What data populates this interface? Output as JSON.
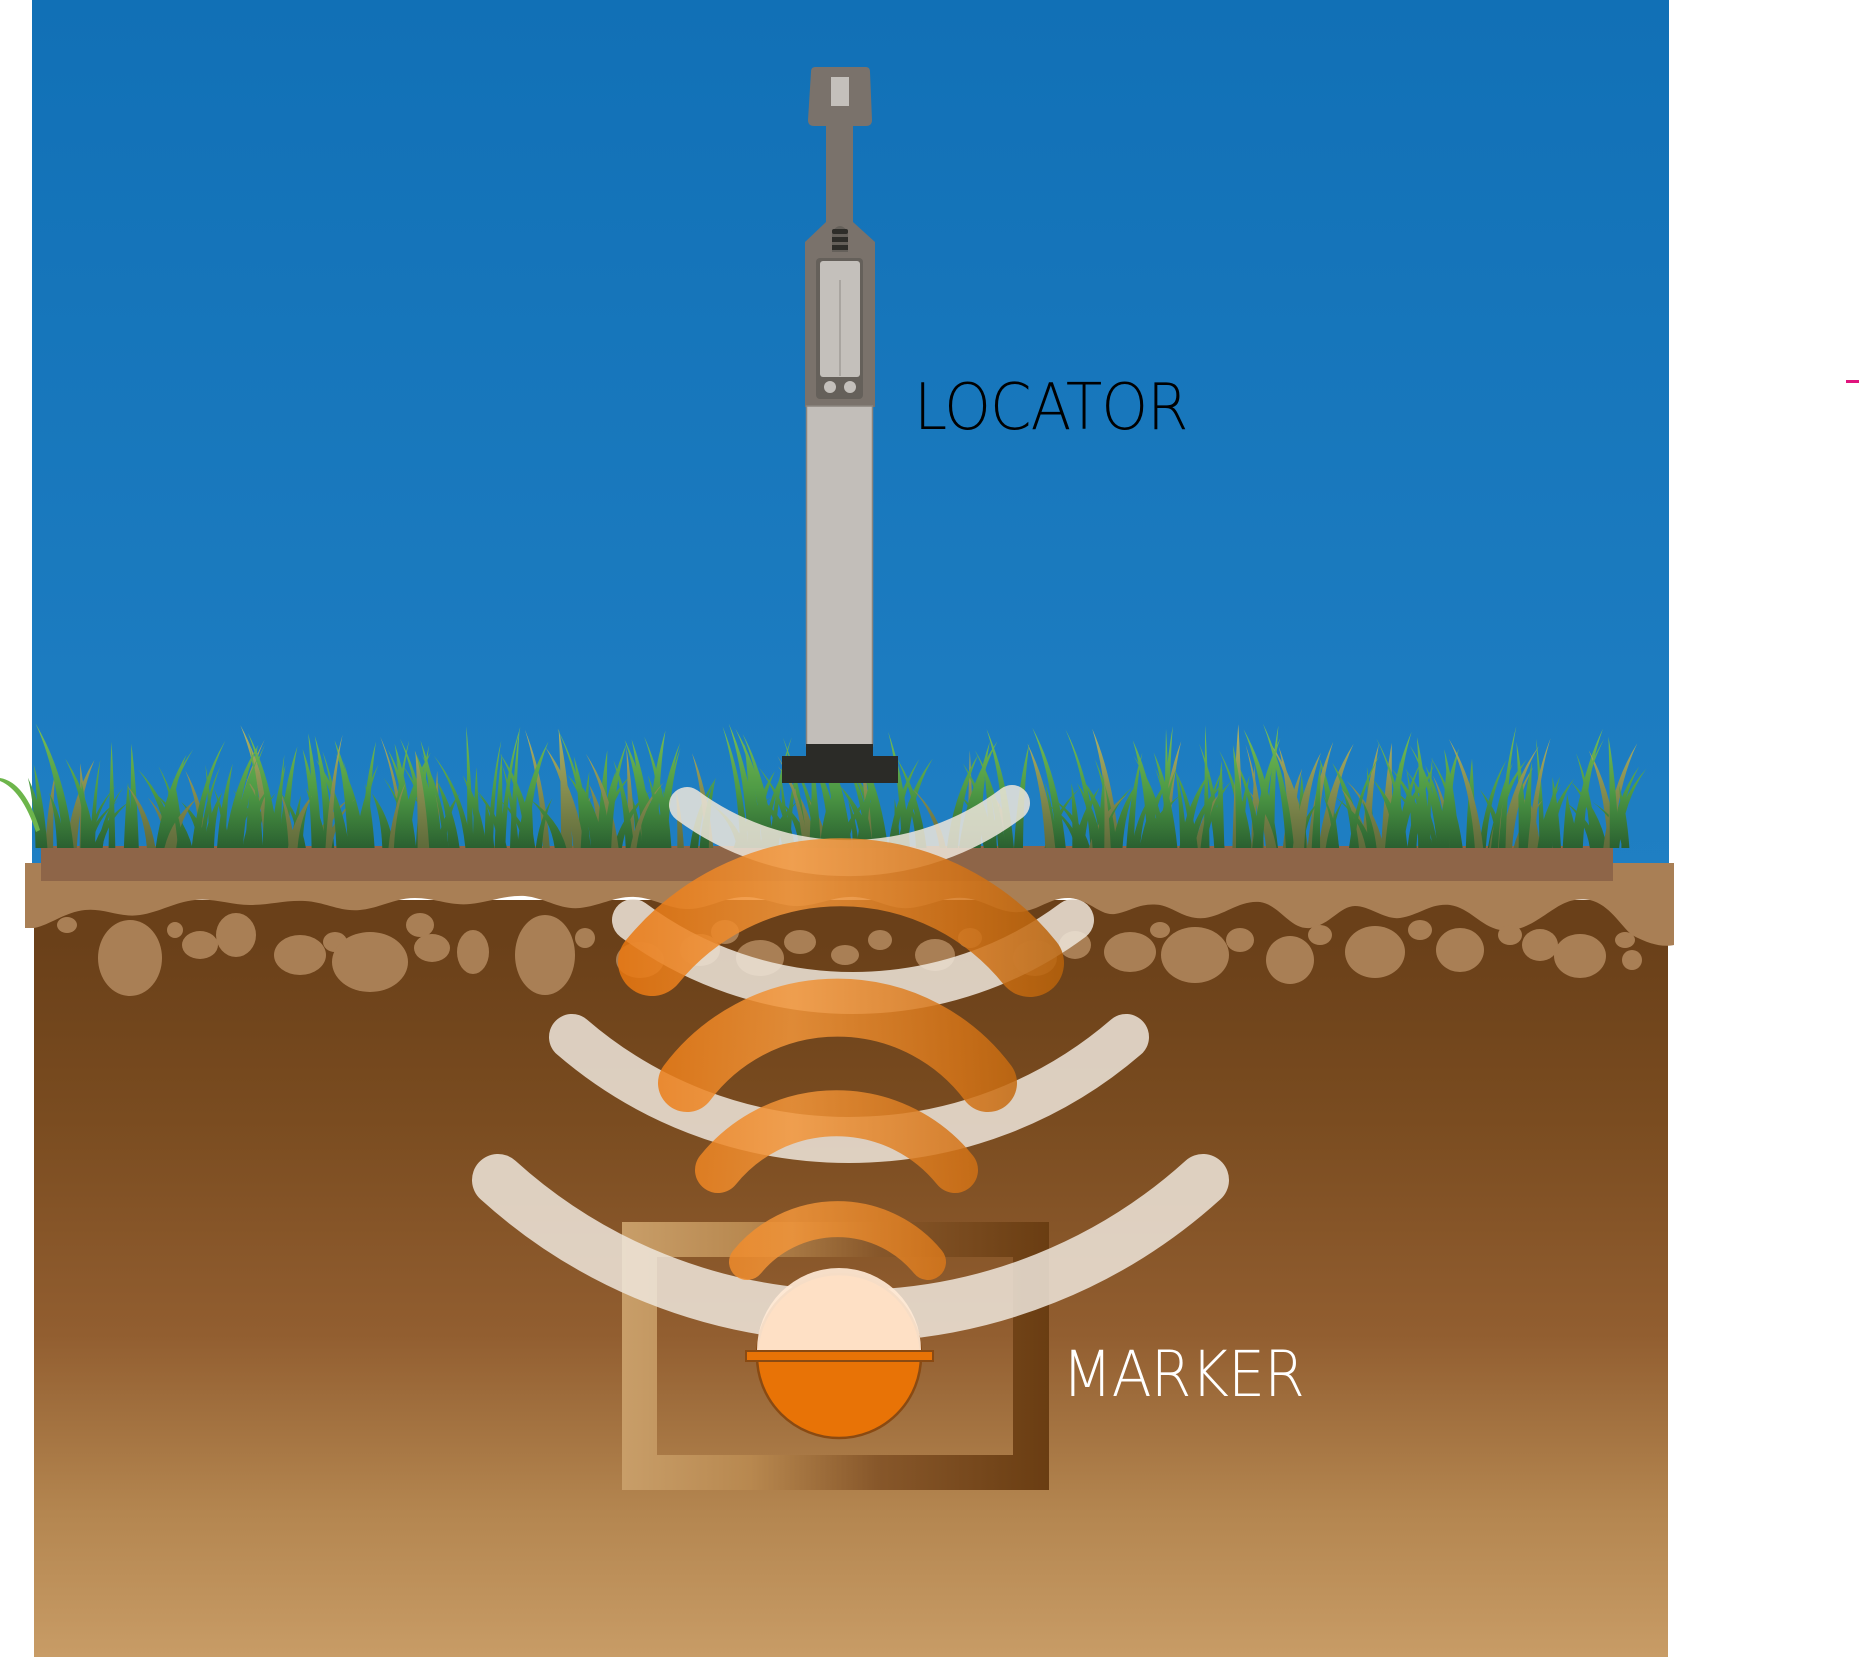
{
  "diagram": {
    "title": "Locator detecting buried marker",
    "labels": {
      "locator": "LOCATOR",
      "marker": "MARKER"
    },
    "components": [
      {
        "id": "locator",
        "name": "Locator",
        "description": "Handheld locator device standing on grass"
      },
      {
        "id": "signal-waves",
        "name": "Signal waves",
        "description": "Alternating white and orange arcs between locator and marker"
      },
      {
        "id": "marker",
        "name": "Marker",
        "description": "Orange spherical marker inside a buried box"
      }
    ],
    "layers": [
      "sky",
      "grass",
      "topsoil",
      "rocky soil",
      "subsoil"
    ],
    "signal_arcs": {
      "white_count": 4,
      "orange_count": 4
    }
  },
  "colors": {
    "sky_top": "#1170B6",
    "sky_bottom": "#1F7FC3",
    "grass_light": "#6DB54B",
    "grass_dark": "#2E6B33",
    "grass_dry": "#9AA85A",
    "topsoil_strip": "#8E6548",
    "soil_band": "#A97F55",
    "soil_dark": "#6A4019",
    "soil_mid": "#8A5A2C",
    "soil_light": "#C89C66",
    "locator_body": "#7A726B",
    "locator_panel": "#65605A",
    "locator_screen": "#C4C0BB",
    "locator_pole": "#C2BEB9",
    "locator_foot": "#2B2B27",
    "wave_white": "#EFE6DC",
    "wave_orange": "#E8730A",
    "wave_orange_light": "#F2963B",
    "wave_orange_dark": "#B35F08",
    "marker_ball": "#E87306",
    "marker_ball_stroke": "#8A4A12",
    "marker_frame_light": "#C89E69",
    "marker_frame_dark": "#6A3D12",
    "locator_text": "#000000",
    "marker_text": "#FFFFFF",
    "accent_tick": "#E0147D"
  }
}
